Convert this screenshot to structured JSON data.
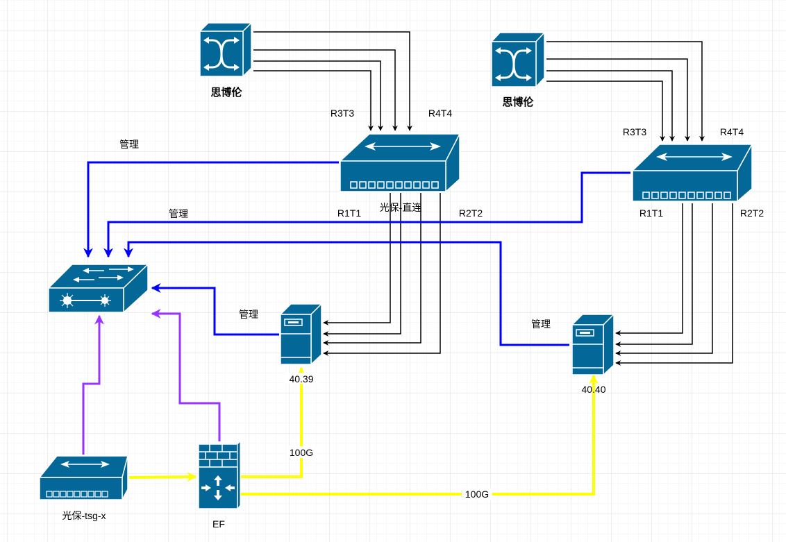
{
  "diagram": {
    "colors": {
      "device": "#036897",
      "device_line": "#ffffff",
      "black_link": "#000000",
      "mgmt_link": "#0000ff",
      "purple_link": "#9933ff",
      "yellow_link": "#ffff00",
      "grid_minor": "#f0f0f0",
      "grid_major": "#dedede"
    },
    "nodes": {
      "crossconnect1": {
        "label": "思博伦",
        "type": "optical-cross-connect"
      },
      "crossconnect2": {
        "label": "思博伦",
        "type": "optical-cross-connect"
      },
      "bypass1": {
        "label": "光保-直连",
        "type": "switch"
      },
      "bypass2": {
        "label": "",
        "type": "switch"
      },
      "l3switch": {
        "label": "",
        "type": "layer3-switch"
      },
      "server1": {
        "label": "40.39",
        "type": "server"
      },
      "server2": {
        "label": "40.40",
        "type": "server"
      },
      "tsg": {
        "label": "光保-tsg-x",
        "type": "switch"
      },
      "ef": {
        "label": "EF",
        "type": "firewall"
      }
    },
    "port_labels": {
      "bypass1_r3t3": "R3T3",
      "bypass1_r4t4": "R4T4",
      "bypass1_r1t1": "R1T1",
      "bypass1_r2t2": "R2T2",
      "bypass2_r3t3": "R3T3",
      "bypass2_r4t4": "R4T4",
      "bypass2_r1t1": "R1T1",
      "bypass2_r2t2": "R2T2"
    },
    "edge_labels": {
      "mgmt_bypass1": "管理",
      "mgmt_bypass2": "管理",
      "mgmt_server1": "管理",
      "mgmt_server2": "管理",
      "ef_server1": "100G",
      "ef_server2": "100G"
    },
    "edges": [
      {
        "from": "crossconnect1",
        "to": "bypass1",
        "count": 4,
        "style": "black"
      },
      {
        "from": "crossconnect2",
        "to": "bypass2",
        "count": 4,
        "style": "black"
      },
      {
        "from": "bypass1",
        "to": "server1",
        "count": 4,
        "style": "black"
      },
      {
        "from": "bypass2",
        "to": "server2",
        "count": 4,
        "style": "black"
      },
      {
        "from": "bypass1",
        "to": "l3switch",
        "style": "mgmt",
        "label": "管理"
      },
      {
        "from": "bypass2",
        "to": "l3switch",
        "style": "mgmt",
        "label": "管理"
      },
      {
        "from": "server1",
        "to": "l3switch",
        "style": "mgmt",
        "label": "管理"
      },
      {
        "from": "server2",
        "to": "l3switch",
        "style": "mgmt",
        "label": "管理"
      },
      {
        "from": "tsg",
        "to": "l3switch",
        "style": "purple"
      },
      {
        "from": "ef",
        "to": "l3switch",
        "style": "purple"
      },
      {
        "from": "tsg",
        "to": "ef",
        "style": "yellow"
      },
      {
        "from": "ef",
        "to": "server1",
        "style": "yellow",
        "label": "100G"
      },
      {
        "from": "ef",
        "to": "server2",
        "style": "yellow",
        "label": "100G"
      }
    ]
  }
}
